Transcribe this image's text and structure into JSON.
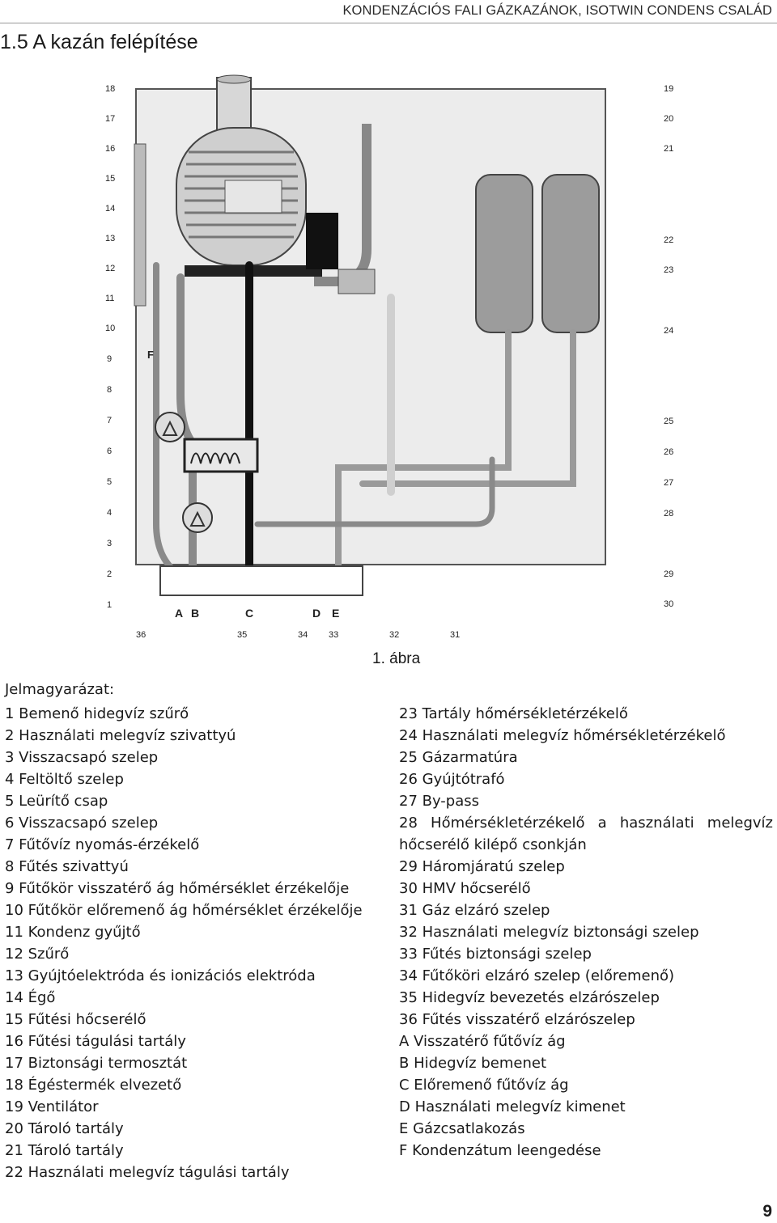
{
  "header": {
    "running_title": "KONDENZÁCIÓS FALI GÁZKAZÁNOK, ISOTWIN CONDENS CSALÁD"
  },
  "section": {
    "title": "1.5 A kazán felépítése"
  },
  "figure": {
    "caption": "1. ábra",
    "callouts_left": [
      "18",
      "17",
      "16",
      "15",
      "14",
      "13",
      "12",
      "11",
      "10",
      "9",
      "8",
      "7",
      "6",
      "5",
      "4",
      "3",
      "2",
      "1"
    ],
    "callouts_right": [
      "19",
      "20",
      "21",
      "22",
      "23",
      "24",
      "25",
      "26",
      "27",
      "28",
      "29",
      "30"
    ],
    "callouts_bottom": [
      "36",
      "35",
      "34",
      "33",
      "32",
      "31"
    ],
    "connection_letters": [
      "A",
      "B",
      "C",
      "D",
      "E"
    ],
    "inner_letter": "F"
  },
  "legend": {
    "title": "Jelmagyarázat:",
    "left": [
      "1 Bemenő hidegvíz szűrő",
      "2 Használati melegvíz szivattyú",
      "3 Visszacsapó szelep",
      "4 Feltöltő szelep",
      "5 Leürítő csap",
      "6 Visszacsapó szelep",
      "7 Fűtővíz nyomás-érzékelő",
      "8 Fűtés szivattyú",
      "9 Fűtőkör visszatérő ág hőmérséklet érzékelője",
      "10 Fűtőkör előremenő ág hőmérséklet érzékelője",
      "11 Kondenz gyűjtő",
      "12 Szűrő",
      "13 Gyújtóelektróda és ionizációs elektróda",
      "14 Égő",
      "15 Fűtési hőcserélő",
      "16 Fűtési tágulási tartály",
      "17 Biztonsági termosztát",
      "18 Égéstermék elvezető",
      "19 Ventilátor",
      "20 Tároló tartály",
      "21 Tároló tartály",
      "22 Használati melegvíz tágulási tartály"
    ],
    "right": [
      "23 Tartály hőmérsékletérzékelő",
      "24 Használati melegvíz hőmérsékletérzékelő",
      "25 Gázarmatúra",
      "26 Gyújtótrafó",
      "27 By-pass",
      "28 Hőmérsékletérzékelő a használati melegvíz",
      "hőcserélő kilépő csonkján",
      "29 Háromjáratú szelep",
      "30 HMV hőcserélő",
      "31 Gáz elzáró szelep",
      "32 Használati melegvíz biztonsági szelep",
      "33 Fűtés biztonsági szelep",
      "34 Fűtőköri elzáró szelep (előremenő)",
      "35 Hidegvíz bevezetés elzárószelep",
      "36 Fűtés visszatérő elzárószelep",
      "A Visszatérő fűtővíz ág",
      "B Hidegvíz bemenet",
      "C Előremenő fűtővíz ág",
      "D Használati melegvíz kimenet",
      "E Gázcsatlakozás",
      "F Kondenzátum leengedése"
    ]
  },
  "page_number": "9"
}
